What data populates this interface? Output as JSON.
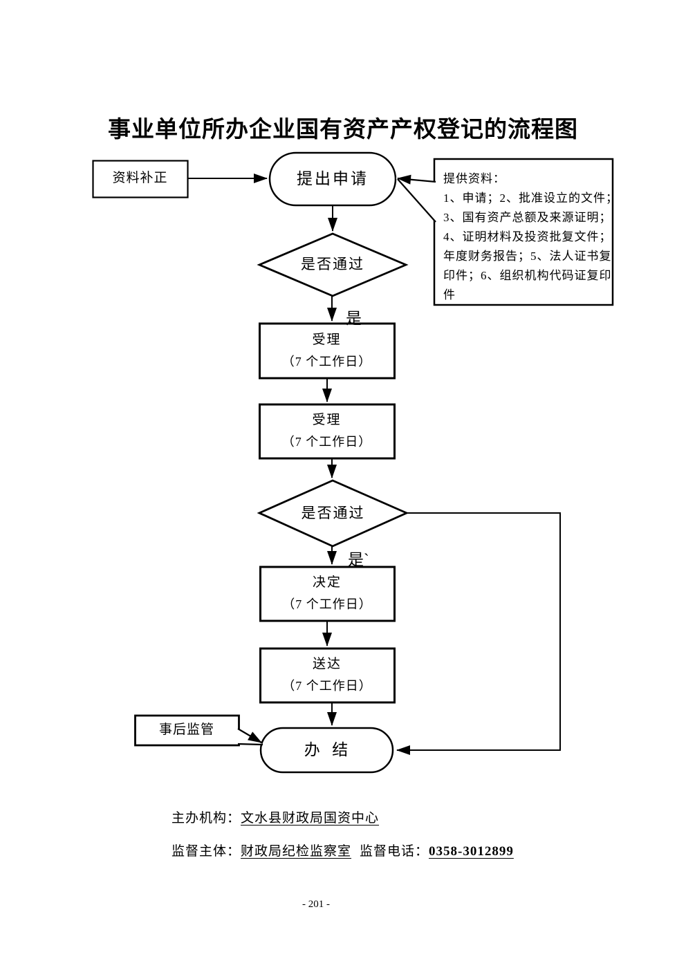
{
  "colors": {
    "ink": "#000000",
    "paper": "#ffffff"
  },
  "page": {
    "title": "事业单位所办企业国有资产产权登记的流程图",
    "page_number": "- 201 -"
  },
  "flowchart": {
    "supplement_box": "资料补正",
    "apply_oval": "提出申请",
    "info_box": {
      "lines": [
        "提供资料：",
        "1、申请；2、批准设立的文件；",
        "3、国有资产总额及来源证明；",
        "4、证明材料及投资批复文件；",
        "年度财务报告；5、法人证书复",
        "印件；6、组织机构代码证复印",
        "件"
      ]
    },
    "decision1": "是否通过",
    "yes1": "是",
    "accept1": {
      "line1": "受理",
      "line2": "（7 个工作日）"
    },
    "accept2": {
      "line1": "受理",
      "line2": "（7 个工作日）"
    },
    "decision2": "是否通过",
    "yes2": "是`",
    "decide": {
      "line1": "决定",
      "line2": "（7 个工作日）"
    },
    "deliver": {
      "line1": "送达",
      "line2": "（7 个工作日）"
    },
    "supervise_box": "事后监管",
    "finish_oval": "办  结"
  },
  "footer": {
    "host_label": "主办机构：",
    "host_value": "文水县财政局国资中心",
    "supervisor_label": "监督主体：",
    "supervisor_value": "财政局纪检监察室",
    "phone_label": "监督电话：",
    "phone_value": "0358-3012899"
  }
}
